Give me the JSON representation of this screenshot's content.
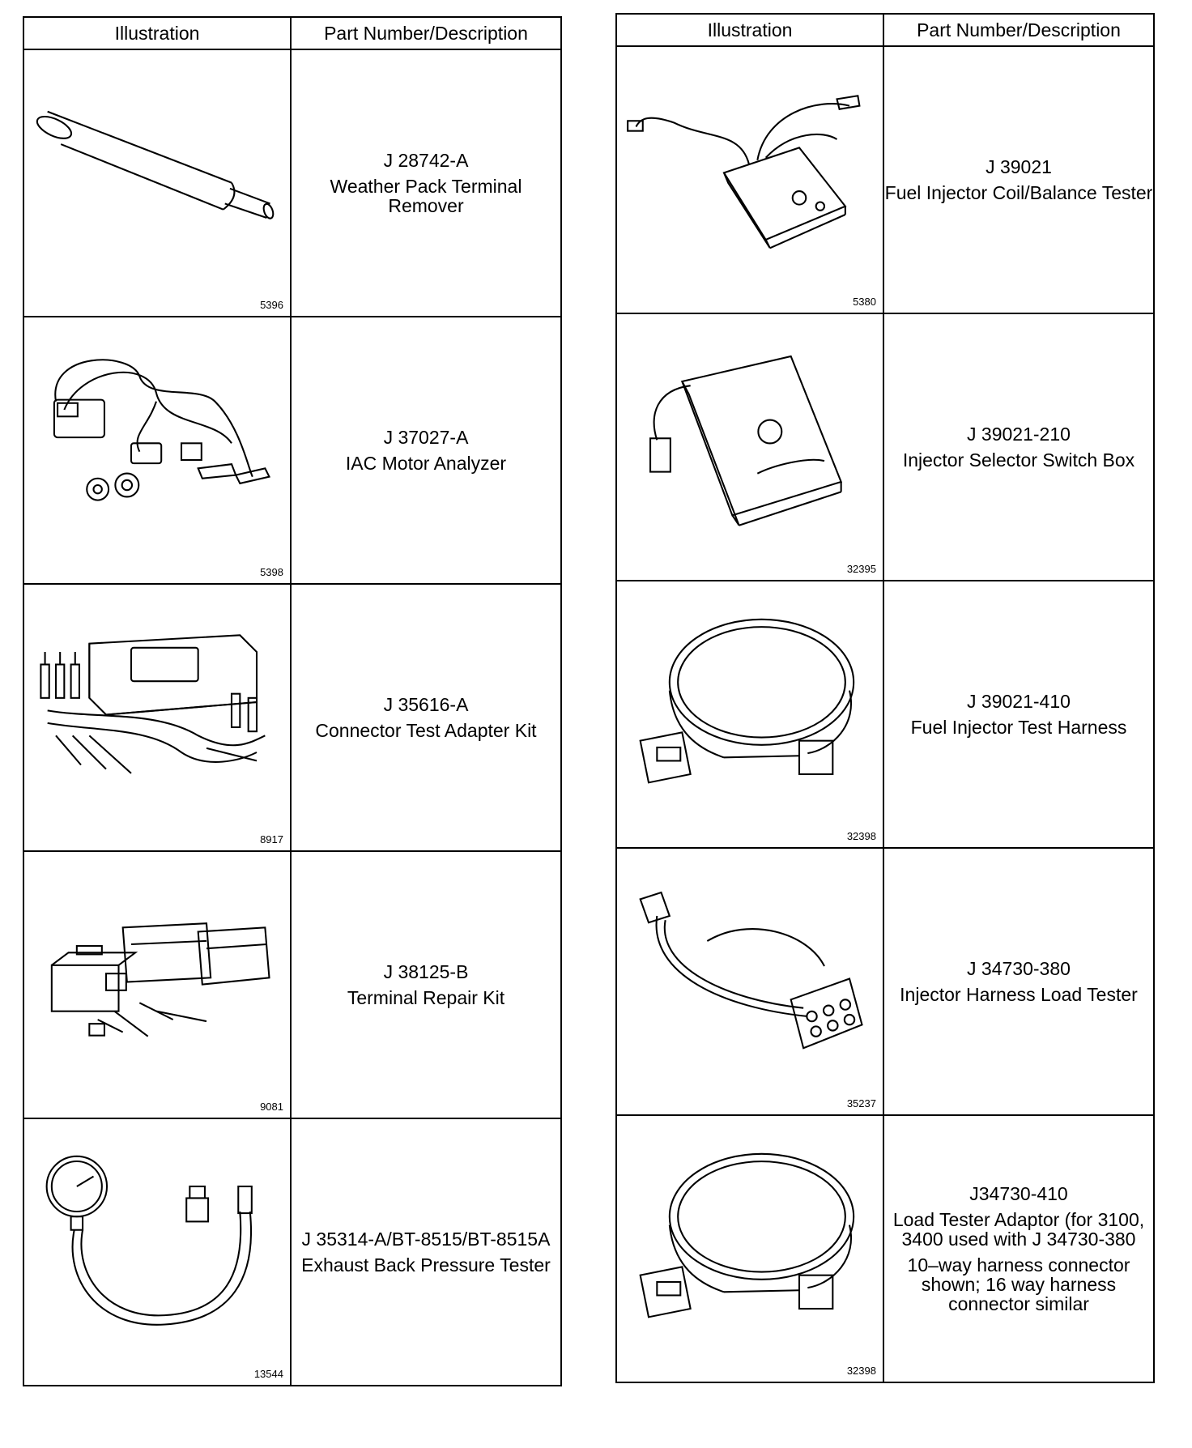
{
  "headers": {
    "illustration": "Illustration",
    "part": "Part Number/Description"
  },
  "left": [
    {
      "part": "J 28742-A",
      "desc": "Weather Pack Terminal Remover",
      "note": "",
      "fig": "5396",
      "icon": "tube-remover-icon"
    },
    {
      "part": "J 37027-A",
      "desc": "IAC Motor Analyzer",
      "note": "",
      "fig": "5398",
      "icon": "analyzer-leads-icon"
    },
    {
      "part": "J 35616-A",
      "desc": "Connector Test Adapter Kit",
      "note": "",
      "fig": "8917",
      "icon": "adapter-kit-case-icon"
    },
    {
      "part": "J 38125-B",
      "desc": "Terminal Repair Kit",
      "note": "",
      "fig": "9081",
      "icon": "repair-kit-icon"
    },
    {
      "part": "J 35314-A/BT-8515/BT-8515A",
      "desc": "Exhaust Back Pressure Tester",
      "note": "",
      "fig": "13544",
      "icon": "pressure-gauge-hose-icon"
    }
  ],
  "right": [
    {
      "part": "J 39021",
      "desc": "Fuel Injector Coil/Balance Tester",
      "note": "",
      "fig": "5380",
      "icon": "balance-tester-icon"
    },
    {
      "part": "J 39021-210",
      "desc": "Injector Selector Switch Box",
      "note": "",
      "fig": "32395",
      "icon": "switch-box-icon"
    },
    {
      "part": "J 39021-410",
      "desc": "Fuel Injector Test Harness",
      "note": "",
      "fig": "32398",
      "icon": "test-harness-icon"
    },
    {
      "part": "J 34730-380",
      "desc": "Injector Harness Load Tester",
      "note": "",
      "fig": "35237",
      "icon": "load-tester-icon"
    },
    {
      "part": "J34730-410",
      "desc": "Load Tester Adaptor (for 3100, 3400 used with J 34730-380",
      "note": "10–way harness connector shown; 16 way harness connector similar",
      "fig": "32398",
      "icon": "adaptor-harness-icon"
    }
  ]
}
